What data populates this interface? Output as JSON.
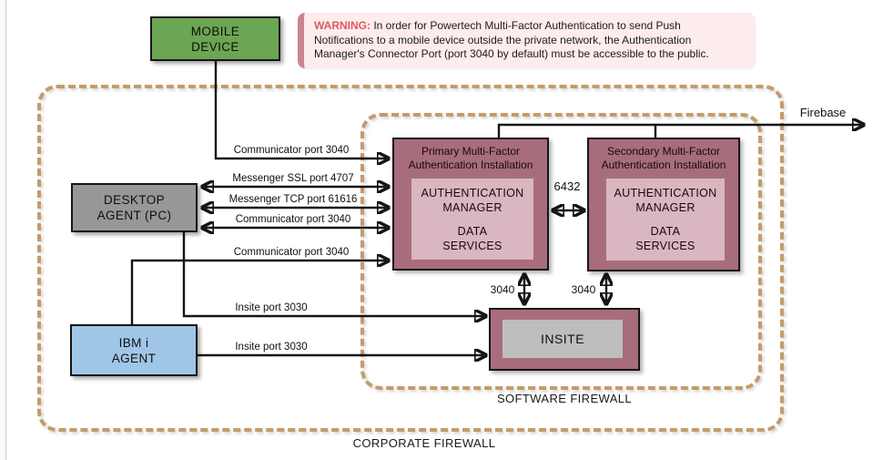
{
  "warning": {
    "prefix": "WARNING:",
    "body": "In order for Powertech Multi-Factor Authentication to send Push Notifications to a mobile device outside the private network, the Authentication Manager's Connector Port (port 3040 by default) must be accessible to the public.",
    "body_lines": {
      "l1": "In order for Powertech Multi-Factor Authentication to send Push",
      "l2": "Notifications to a mobile device outside the private network, the Authentication",
      "l3": "Manager's Connector Port (port 3040 by default) must be accessible to the public."
    }
  },
  "boxes": {
    "mobile": {
      "line1": "MOBILE",
      "line2": "DEVICE"
    },
    "desktop": {
      "line1": "DESKTOP",
      "line2": "AGENT (PC)"
    },
    "ibmi": {
      "line1": "IBM i",
      "line2": "AGENT"
    },
    "primary": {
      "title_line1": "Primary Multi-Factor",
      "title_line2": "Authentication Installation",
      "component1_line1": "AUTHENTICATION",
      "component1_line2": "MANAGER",
      "component2_line1": "DATA",
      "component2_line2": "SERVICES"
    },
    "secondary": {
      "title_line1": "Secondary Multi-Factor",
      "title_line2": "Authentication Installation",
      "component1_line1": "AUTHENTICATION",
      "component1_line2": "MANAGER",
      "component2_line1": "DATA",
      "component2_line2": "SERVICES"
    },
    "insite": {
      "label": "INSITE"
    }
  },
  "connectors": {
    "mobile_communicator": "Communicator port 3040",
    "messenger_ssl": "Messenger SSL port 4707",
    "messenger_tcp": "Messenger TCP port 61616",
    "desktop_communicator": "Communicator port 3040",
    "ibmi_communicator": "Communicator port 3040",
    "desktop_insite": "Insite port 3030",
    "ibmi_insite": "Insite port 3030",
    "replication_port": "6432",
    "primary_insite_port": "3040",
    "secondary_insite_port": "3040",
    "firebase": "Firebase"
  },
  "firewalls": {
    "software": "SOFTWARE FIREWALL",
    "corporate": "CORPORATE FIREWALL"
  },
  "colors": {
    "mobile_green": "#6ca654",
    "desktop_gray": "#979797",
    "ibmi_blue": "#a0c6e7",
    "install_mauve": "#a86d7c",
    "install_inner_pink": "#d9b6c0",
    "insite_inner_gray": "#bebebe",
    "firewall_dash_tan": "#c59b6a",
    "warning_bg": "#fcecec",
    "warning_accent": "#dd5a66",
    "wire_black": "#141414"
  }
}
